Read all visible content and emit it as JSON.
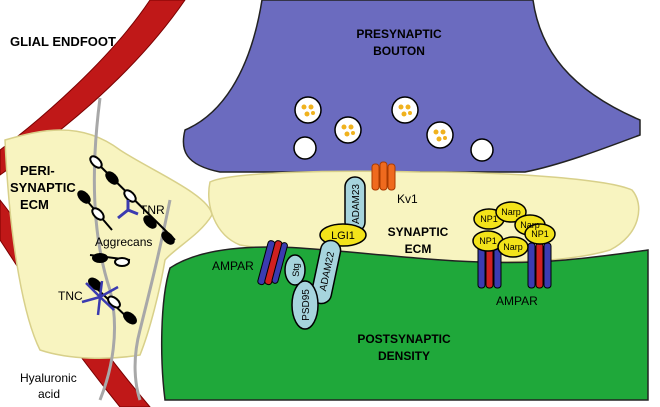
{
  "labels": {
    "glial_endfoot": "GLIAL ENDFOOT",
    "presynaptic_line1": "PRESYNAPTIC",
    "presynaptic_line2": "BOUTON",
    "perisynaptic_line1": "PERI-",
    "perisynaptic_line2": "SYNAPTIC",
    "perisynaptic_line3": "ECM",
    "tnr": "TNR",
    "aggrecans": "Aggrecans",
    "tnc": "TNC",
    "hyaluronic_line1": "Hyaluronic",
    "hyaluronic_line2": "acid",
    "kv1": "Kv1",
    "adam23": "ADAM23",
    "lgi1": "LGI1",
    "adam22": "ADAM22",
    "stg": "Stg",
    "psd95": "PSD95",
    "synaptic_ecm_line1": "SYNAPTIC",
    "synaptic_ecm_line2": "ECM",
    "ampar_left": "AMPAR",
    "ampar_right": "AMPAR",
    "postsynaptic_line1": "POSTSYNAPTIC",
    "postsynaptic_line2": "DENSITY",
    "np1_a": "NP1",
    "narp_a": "Narp",
    "narp_b": "Narp",
    "np1_b": "NP1",
    "narp_c": "Narp",
    "np1_c": "NP1"
  },
  "colors": {
    "presynaptic": "#6b6bbf",
    "postsynaptic": "#1fa83a",
    "ecm": "#f8f4c0",
    "ecm_stroke": "#d8d08a",
    "glia": "#c01818",
    "protein_blue": "#a6d4dd",
    "protein_yellow": "#f3e31a",
    "vesicle_fill": "#ffffff",
    "vesicle_dots": "#f0b21e",
    "kv1": "#ef6a1e",
    "ampar_red": "#d02020",
    "ampar_blue": "#3b3bb0",
    "hyaluronic": "#a8a8a8"
  }
}
